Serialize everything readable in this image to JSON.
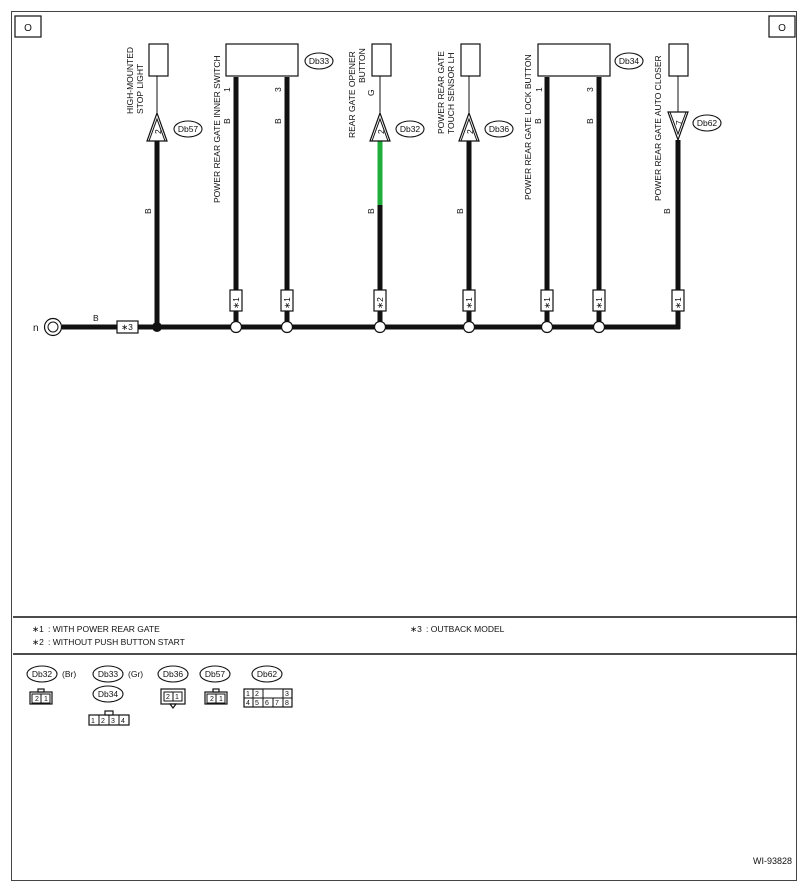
{
  "corner_marks": {
    "left": "O",
    "right": "O"
  },
  "ground": {
    "label": "n",
    "wire_color": "B",
    "note_ref": "∗3"
  },
  "components": {
    "stop_light": {
      "label_line1": "HIGH-MOUNTED",
      "label_line2": "STOP LIGHT",
      "connector": "Db57",
      "pin": "2",
      "wire": "B"
    },
    "inner_switch": {
      "label": "POWER REAR GATE INNER SWITCH",
      "connector": "Db33",
      "pin_a": "1",
      "pin_b": "3",
      "wire_a": "B",
      "wire_b": "B",
      "note_a": "∗1",
      "note_b": "∗1"
    },
    "opener_button": {
      "label_line1": "REAR GATE OPENER",
      "label_line2": "BUTTON",
      "connector": "Db32",
      "pin": "2",
      "wire": "G",
      "wire_lower": "B",
      "note": "∗2"
    },
    "touch_sensor": {
      "label_line1": "POWER REAR GATE",
      "label_line2": "TOUCH SENSOR LH",
      "connector": "Db36",
      "pin": "2",
      "wire": "B",
      "note": "∗1"
    },
    "lock_button": {
      "label": "POWER REAR GATE LOCK BUTTON",
      "connector": "Db34",
      "pin_a": "1",
      "pin_b": "3",
      "wire_a": "B",
      "wire_b": "B",
      "note_a": "∗1",
      "note_b": "∗1"
    },
    "auto_closer": {
      "label": "POWER REAR GATE AUTO CLOSER",
      "connector": "Db62",
      "pin": "7",
      "wire": "B",
      "note": "∗1"
    }
  },
  "notes": [
    {
      "mark": "∗1",
      "text": ": WITH POWER REAR GATE"
    },
    {
      "mark": "∗2",
      "text": ": WITHOUT PUSH BUTTON START"
    },
    {
      "mark": "∗3",
      "text": ": OUTBACK MODEL"
    }
  ],
  "connector_legend": {
    "db32": {
      "name": "Db32",
      "color": "(Br)",
      "pins": [
        "2",
        "1"
      ]
    },
    "db33": {
      "name": "Db33",
      "color": "(Gr)"
    },
    "db34": {
      "name": "Db34",
      "pins": [
        "1",
        "2",
        "3",
        "4"
      ]
    },
    "db36": {
      "name": "Db36",
      "pins": [
        "2",
        "1"
      ]
    },
    "db57": {
      "name": "Db57",
      "pins": [
        "2",
        "1"
      ]
    },
    "db62": {
      "name": "Db62",
      "pins": [
        "1",
        "2",
        "3",
        "4",
        "5",
        "6",
        "7",
        "8"
      ]
    }
  },
  "figure_id": "WI-93828",
  "colors": {
    "wire_black": "#111111",
    "wire_green": "#1fae3a"
  }
}
